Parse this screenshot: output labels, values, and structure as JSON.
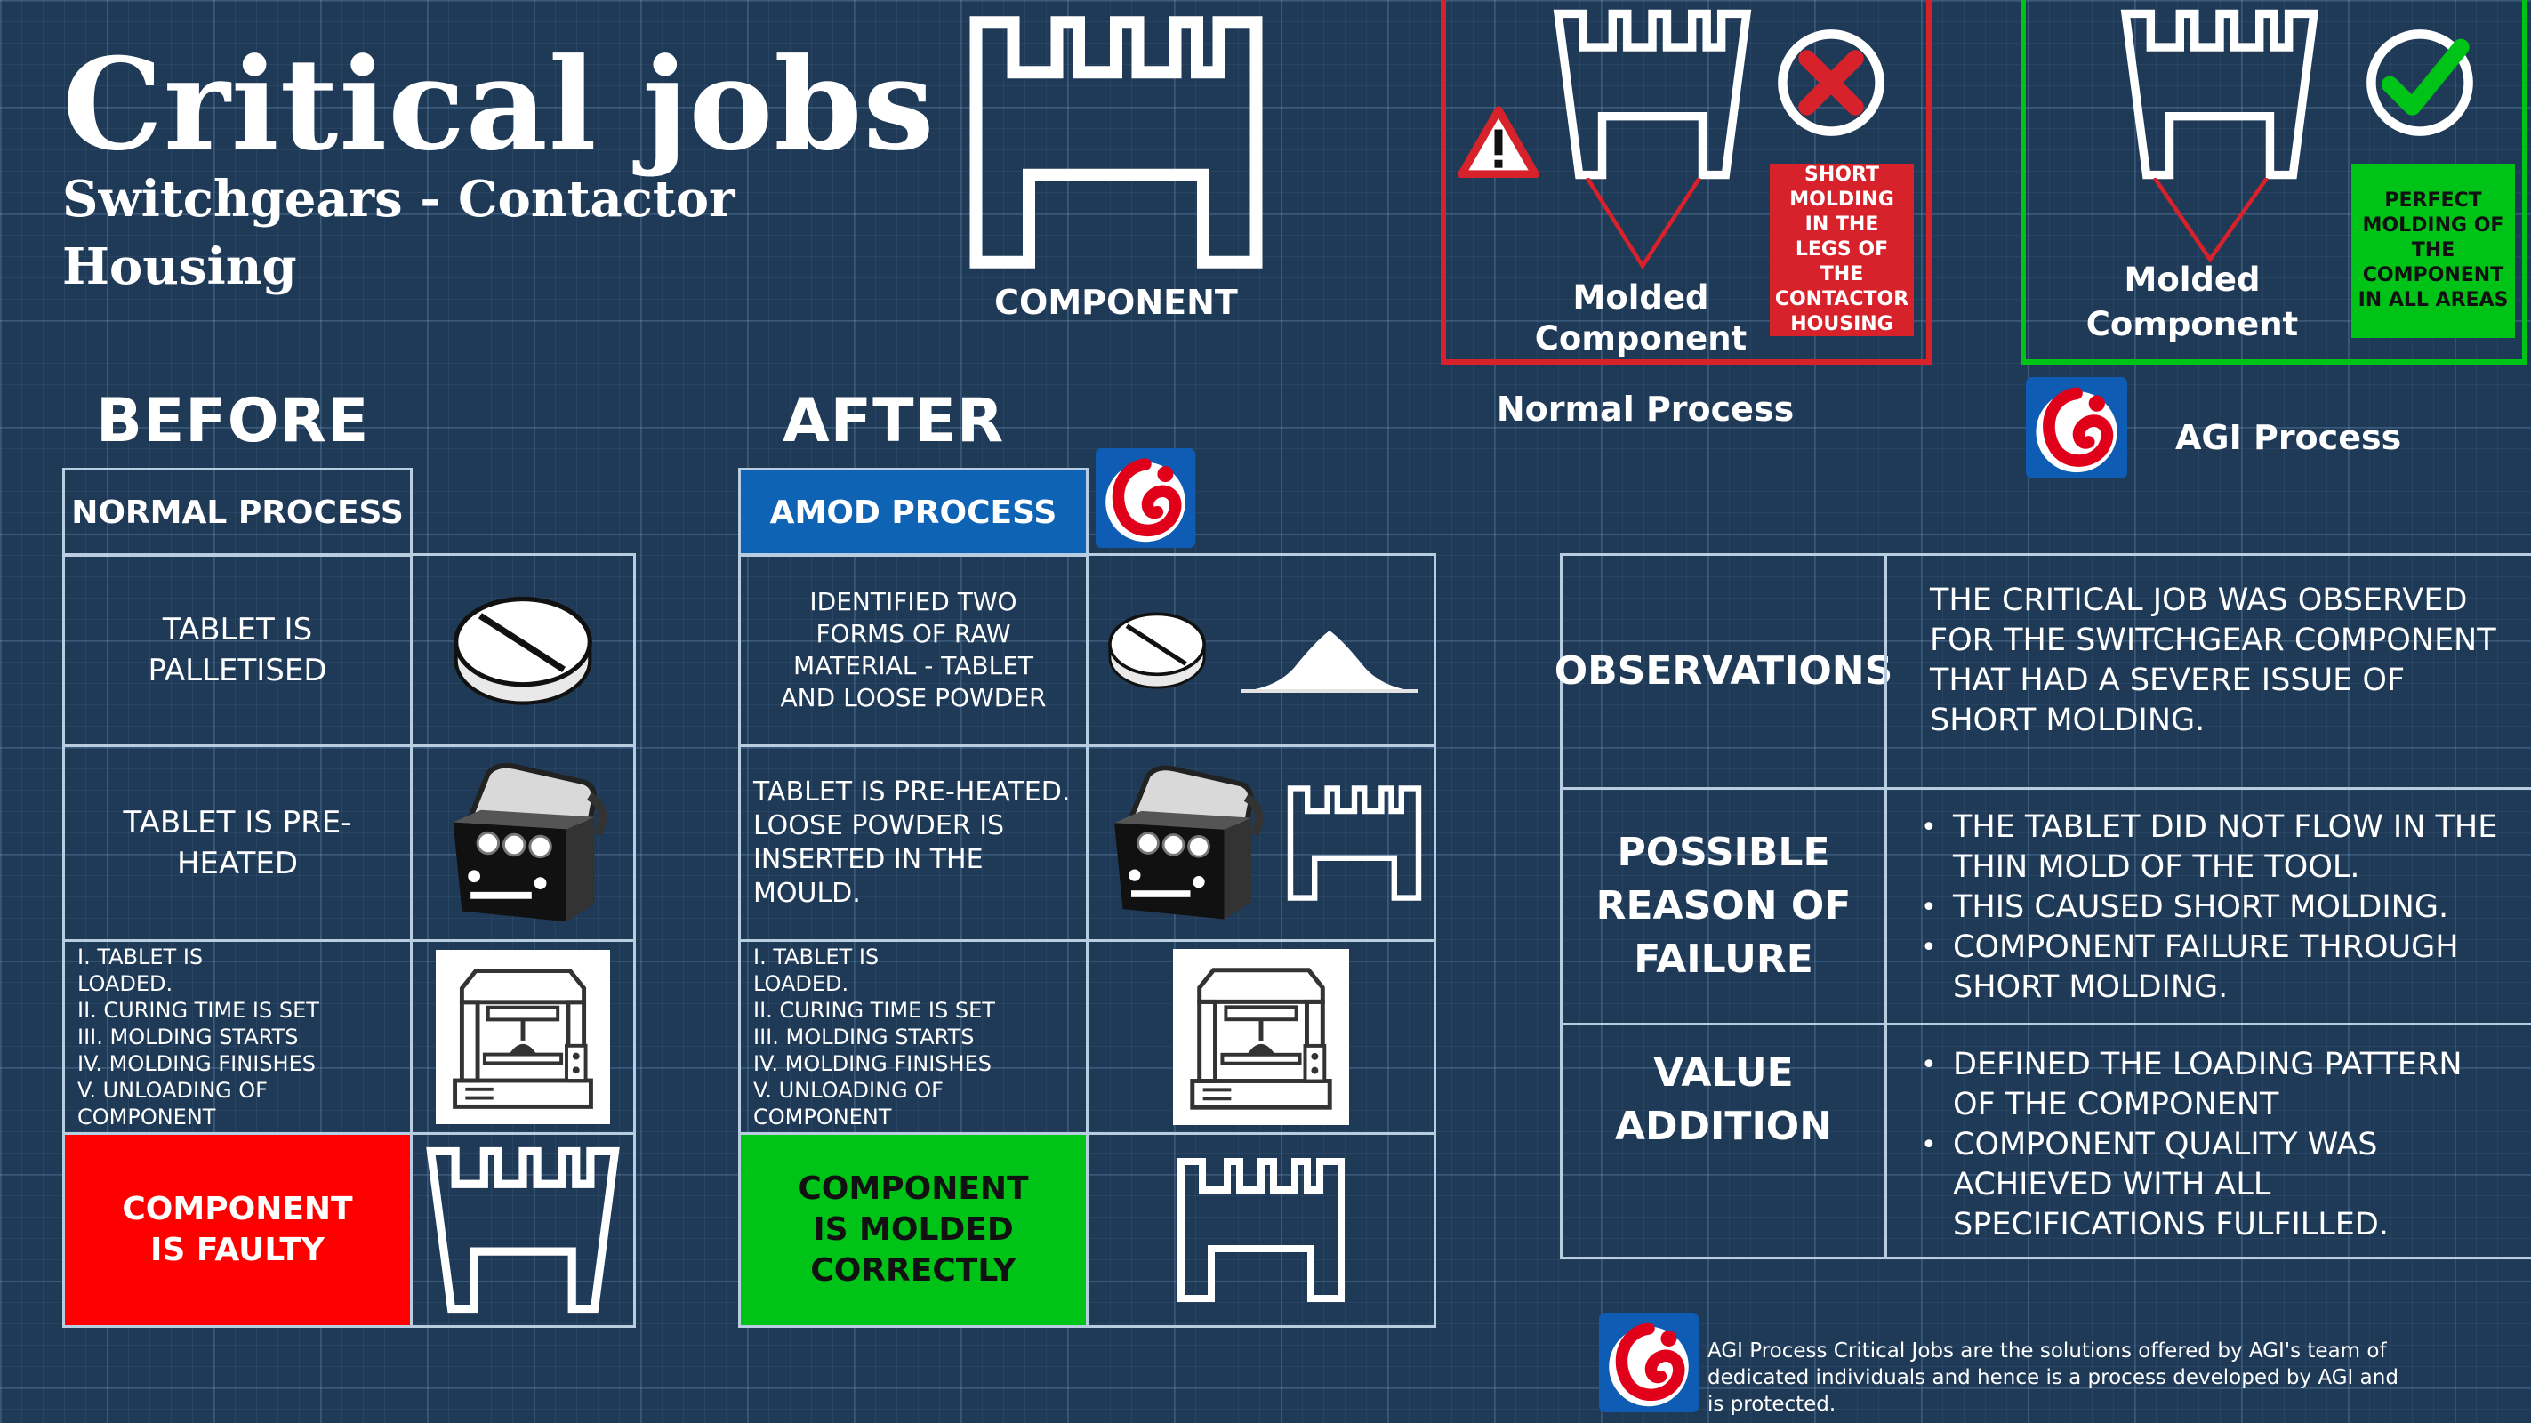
{
  "header": {
    "title": "Critical jobs",
    "subtitle": "Switchgears - Contactor Housing"
  },
  "component": {
    "label": "COMPONENT"
  },
  "normal_panel": {
    "molded_label": "Molded Component",
    "defect_text": "SHORT MOLDING IN THE LEGS OF THE CONTACTOR HOUSING",
    "caption": "Normal Process"
  },
  "agi_panel": {
    "molded_label": "Molded Component",
    "success_text": "PERFECT MOLDING OF THE COMPONENT IN ALL AREAS",
    "caption": "AGI Process"
  },
  "before": {
    "heading": "BEFORE",
    "process_label": "NORMAL PROCESS",
    "step1": "TABLET IS PALLETISED",
    "step2": "TABLET IS PRE-HEATED",
    "step3": [
      "I. TABLET IS",
      "LOADED.",
      "II. CURING TIME IS SET",
      "III. MOLDING STARTS",
      "IV. MOLDING FINISHES",
      "V. UNLOADING OF COMPONENT"
    ],
    "result": "COMPONENT IS FAULTY"
  },
  "after": {
    "heading": "AFTER",
    "process_label": "AMOD PROCESS",
    "step1": "IDENTIFIED TWO FORMS OF RAW MATERIAL - TABLET AND LOOSE POWDER",
    "step2": "TABLET IS PRE-HEATED. LOOSE POWDER IS INSERTED IN THE MOULD.",
    "step3": [
      "I. TABLET IS",
      "LOADED.",
      "II. CURING TIME IS SET",
      "III. MOLDING STARTS",
      "IV. MOLDING FINISHES",
      "V. UNLOADING OF COMPONENT"
    ],
    "result": "COMPONENT IS MOLDED CORRECTLY"
  },
  "observations": {
    "obs_label": "OBSERVATIONS",
    "obs_text": "THE CRITICAL JOB WAS OBSERVED FOR THE SWITCHGEAR COMPONENT THAT HAD A SEVERE ISSUE OF SHORT MOLDING.",
    "reason_label": "POSSIBLE REASON OF FAILURE",
    "reasons": [
      "THE TABLET DID NOT FLOW IN THE THIN MOLD OF THE TOOL.",
      "THIS CAUSED SHORT MOLDING.",
      "COMPONENT FAILURE THROUGH SHORT MOLDING."
    ],
    "value_label": "VALUE ADDITION",
    "values": [
      "DEFINED THE LOADING PATTERN OF THE COMPONENT",
      "COMPONENT QUALITY WAS ACHIEVED WITH ALL SPECIFICATIONS FULFILLED."
    ]
  },
  "footer": {
    "note": "AGI Process Critical Jobs are the solutions offered by AGI's team of dedicated individuals and hence is a process developed by AGI and is protected."
  },
  "colors": {
    "background": "#1f3a57",
    "fault_red": "#ff0000",
    "defect_red": "#d8222b",
    "success_green": "#00c317",
    "amod_blue": "#0e63b5",
    "grid_line": "#b8cde0"
  },
  "icons": [
    "warning-icon",
    "cross-icon",
    "check-icon",
    "tablet-icon",
    "powder-icon",
    "preheater-icon",
    "molding-machine-icon",
    "housing-icon",
    "agi-logo-icon"
  ]
}
